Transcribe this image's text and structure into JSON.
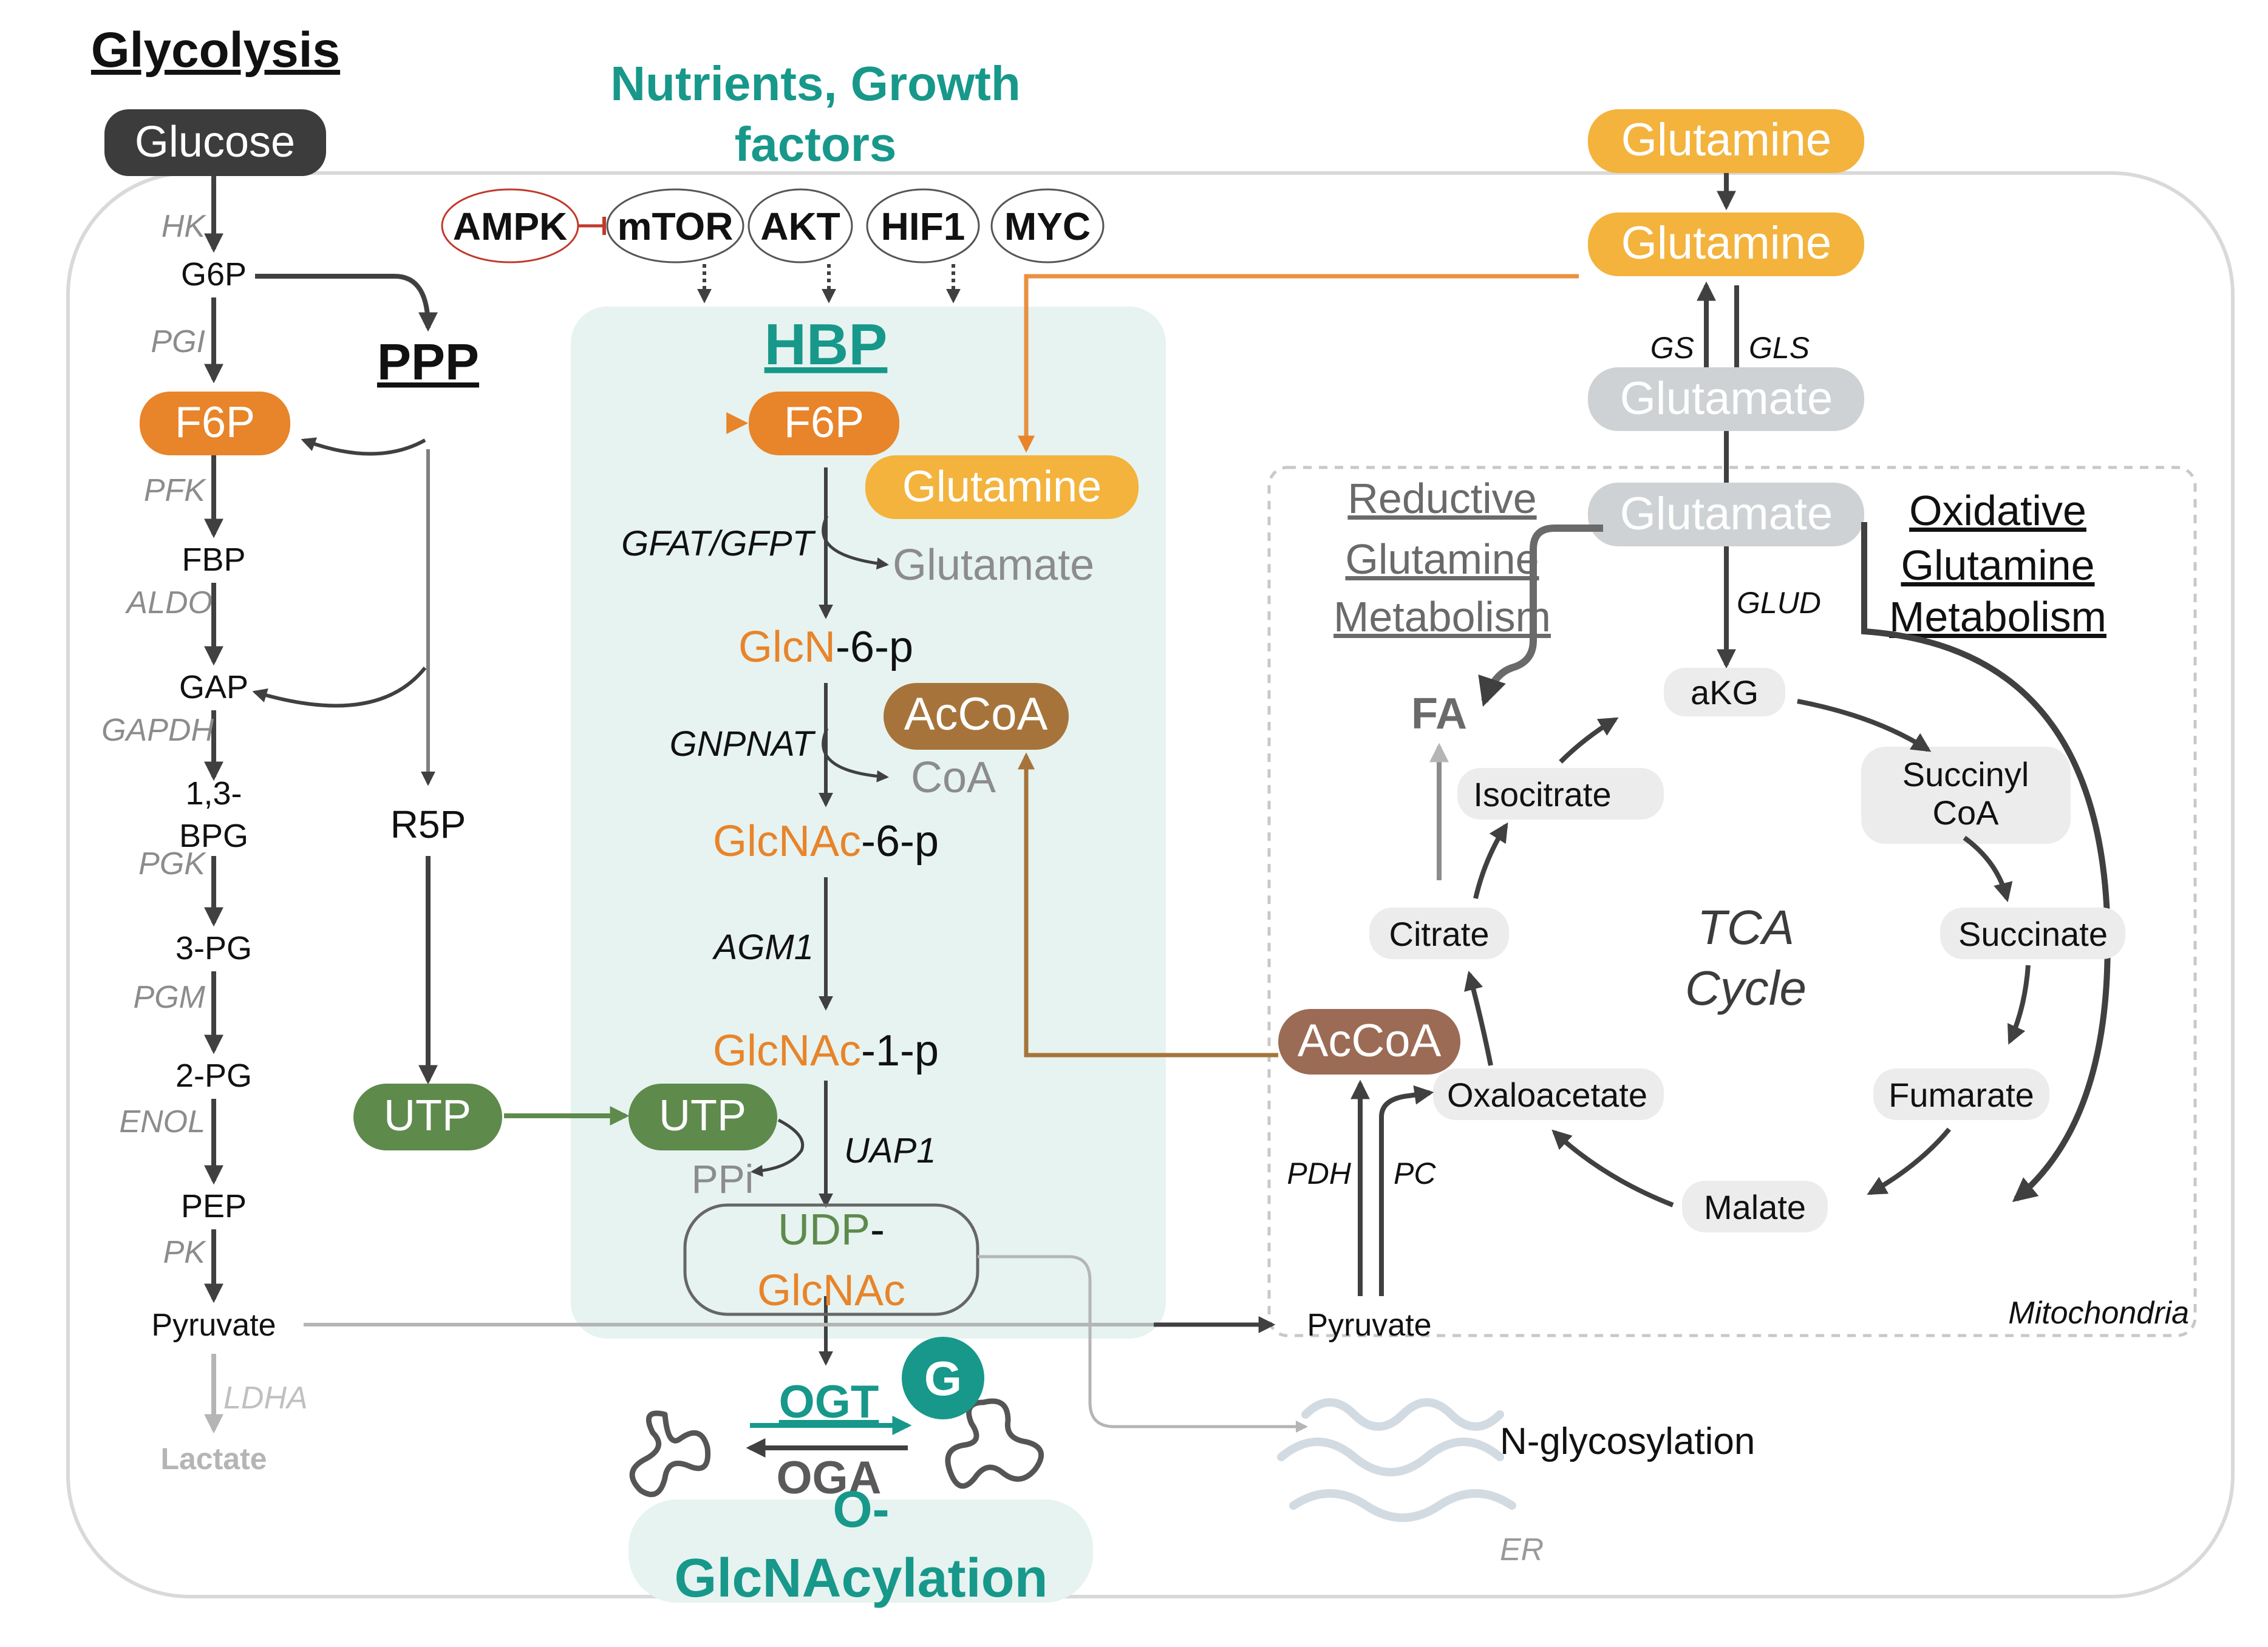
{
  "glycolysis": {
    "title": "Glycolysis",
    "glucose": "Glucose",
    "g6p": "G6P",
    "f6p": "F6P",
    "fbp": "FBP",
    "gap": "GAP",
    "bpg_line1": "1,3-",
    "bpg_line2": "BPG",
    "pg3": "3-PG",
    "pg2": "2-PG",
    "pep": "PEP",
    "pyruvate": "Pyruvate",
    "lactate": "Lactate",
    "enzymes": {
      "hk": "HK",
      "pgi": "PGI",
      "pfk": "PFK",
      "aldo": "ALDO",
      "gapdh": "GAPDH",
      "pgk": "PGK",
      "pgm": "PGM",
      "enol": "ENOL",
      "pk": "PK",
      "ldha": "LDHA"
    }
  },
  "ppp": {
    "title": "PPP",
    "r5p": "R5P",
    "utp": "UTP"
  },
  "nutrients": {
    "line1": "Nutrients, Growth",
    "line2": "factors",
    "ampk": "AMPK",
    "mtor": "mTOR",
    "akt": "AKT",
    "hif1": "HIF1",
    "myc": "MYC"
  },
  "hbp": {
    "title": "HBP",
    "f6p": "F6P",
    "glutamine": "Glutamine",
    "gfat": "GFAT/GFPT",
    "glutamate": "Glutamate",
    "glcn_a": "GlcN",
    "glcn_b": "-6-p",
    "gnpnat": "GNPNAT",
    "accoa": "AcCoA",
    "coa": "CoA",
    "glcnac6_a": "GlcNAc",
    "glcnac6_b": "-6-p",
    "agm1": "AGM1",
    "glcnac1_a": "GlcNAc",
    "glcnac1_b": "-1-p",
    "utp": "UTP",
    "uap1": "UAP1",
    "ppi": "PPi",
    "udp_a": "UDP",
    "udp_b": "-",
    "udp_c": "GlcNAc"
  },
  "ogt": {
    "ogt": "OGT",
    "oga": "OGA",
    "g": "G",
    "label1": "O-",
    "label2": "GlcNAcylation"
  },
  "er": {
    "n_glyco": "N-glycosylation",
    "er": "ER"
  },
  "glutamine_top": {
    "glutamine_ext": "Glutamine",
    "glutamine_int": "Glutamine",
    "gs": "GS",
    "gls": "GLS",
    "glutamate1": "Glutamate",
    "glutamate2": "Glutamate",
    "glud": "GLUD"
  },
  "mito": {
    "reductive1": "Reductive",
    "reductive2": "Glutamine",
    "reductive3": "Metabolism",
    "oxidative1": "Oxidative",
    "oxidative2": "Glutamine",
    "oxidative3": "Metabolism",
    "fa": "FA",
    "akg": "aKG",
    "isocitrate": "Isocitrate",
    "succinyl1": "Succinyl",
    "succinyl2": "CoA",
    "citrate": "Citrate",
    "tca1": "TCA",
    "tca2": "Cycle",
    "succinate": "Succinate",
    "accoa": "AcCoA",
    "oxaloacetate": "Oxaloacetate",
    "fumarate": "Fumarate",
    "pdh": "PDH",
    "pc": "PC",
    "malate": "Malate",
    "pyruvate": "Pyruvate",
    "mitochondria": "Mitochondria"
  },
  "colors": {
    "orange": "#e8842a",
    "yellow": "#f3b33d",
    "teal": "#17988a",
    "green": "#5e8a4c",
    "brown": "#a6743a",
    "accoa_mito": "#9c6b55",
    "grey_enzyme": "#8c8c8c",
    "glutamate_grey": "#cfd2d4",
    "hbp_bg": "#e6f3f0"
  }
}
